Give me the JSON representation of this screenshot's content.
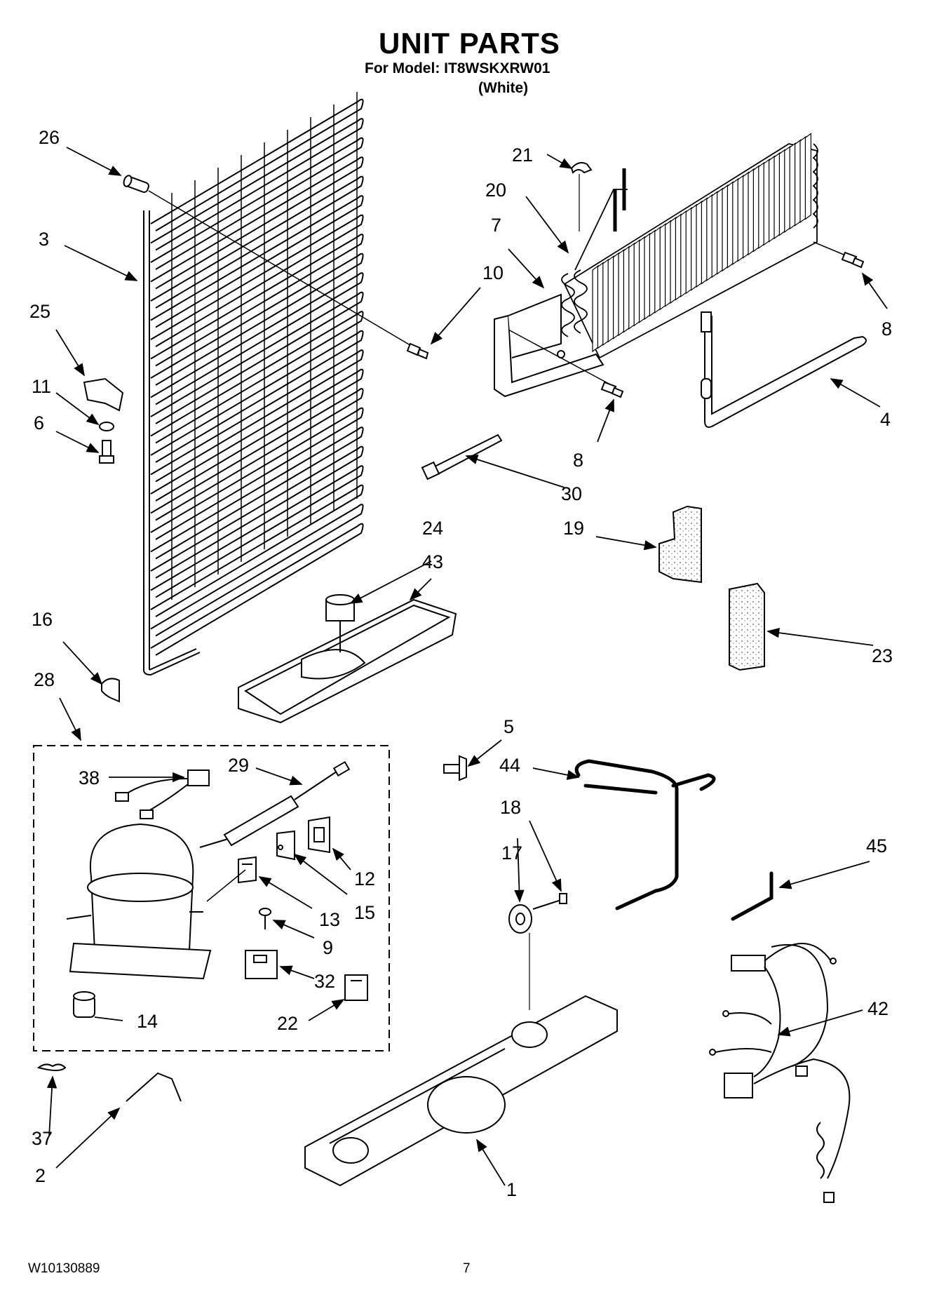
{
  "header": {
    "title": "UNIT PARTS",
    "model_line": "For Model: IT8WSKXRW01",
    "color_line": "(White)"
  },
  "callouts": {
    "c1": "1",
    "c2": "2",
    "c3": "3",
    "c4": "4",
    "c5": "5",
    "c6": "6",
    "c7": "7",
    "c8a": "8",
    "c8b": "8",
    "c9": "9",
    "c10": "10",
    "c11": "11",
    "c12": "12",
    "c13": "13",
    "c14": "14",
    "c15": "15",
    "c16": "16",
    "c17": "17",
    "c18": "18",
    "c19": "19",
    "c20": "20",
    "c21": "21",
    "c22": "22",
    "c23": "23",
    "c24": "24",
    "c25": "25",
    "c26": "26",
    "c28": "28",
    "c29": "29",
    "c30": "30",
    "c32": "32",
    "c37": "37",
    "c38": "38",
    "c42": "42",
    "c43": "43",
    "c44": "44",
    "c45": "45"
  },
  "footer": {
    "doc_code": "W10130889",
    "page_number": "7"
  }
}
